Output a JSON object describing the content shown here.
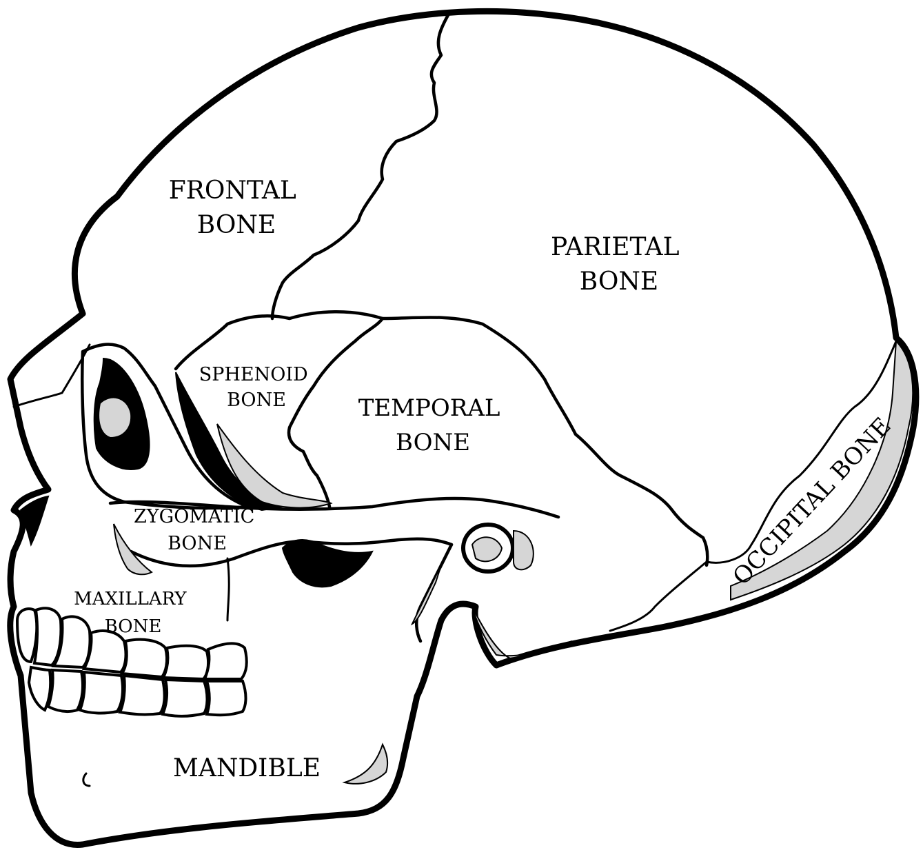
{
  "labels": {
    "frontal": [
      "FRONTAL",
      "BONE"
    ],
    "parietal": [
      "PARIETAL",
      "BONE"
    ],
    "sphenoid": [
      "SPHENOID",
      "BONE"
    ],
    "temporal": [
      "TEMPORAL",
      "BONE"
    ],
    "zygomatic": [
      "ZYGOMATIC",
      "BONE"
    ],
    "maxillary": [
      "MAXILLARY",
      "BONE"
    ],
    "mandible": "MANDIBLE",
    "occipital": "OCCIPITAL BONE"
  }
}
